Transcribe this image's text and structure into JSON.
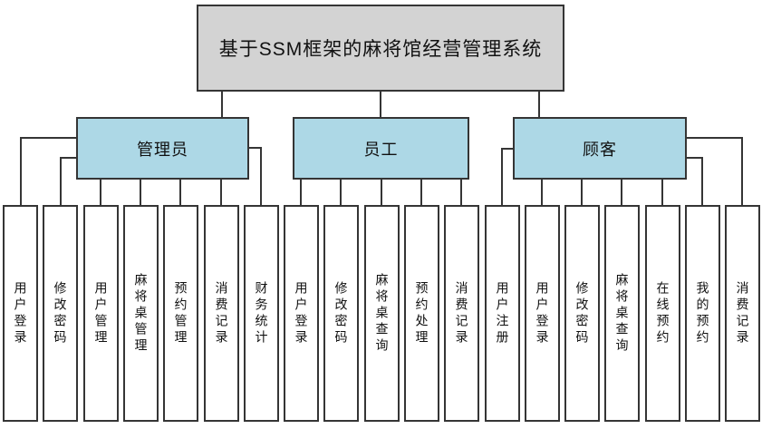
{
  "root": {
    "title": "基于SSM框架的麻将馆经营管理系统"
  },
  "groups": [
    {
      "label": "管理员",
      "children": [
        "用户登录",
        "修改密码",
        "用户管理",
        "麻将桌管理",
        "预约管理",
        "消费记录",
        "财务统计"
      ]
    },
    {
      "label": "员工",
      "children": [
        "用户登录",
        "修改密码",
        "麻将桌查询",
        "预约处理",
        "消费记录"
      ]
    },
    {
      "label": "顾客",
      "children": [
        "用户注册",
        "用户登录",
        "修改密码",
        "麻将桌查询",
        "在线预约",
        "我的预约",
        "消费记录"
      ]
    }
  ],
  "colors": {
    "root_fill": "#d3d3d3",
    "group_fill": "#add8e6",
    "leaf_fill": "#ffffff",
    "line": "#353535",
    "text": "#111111"
  }
}
